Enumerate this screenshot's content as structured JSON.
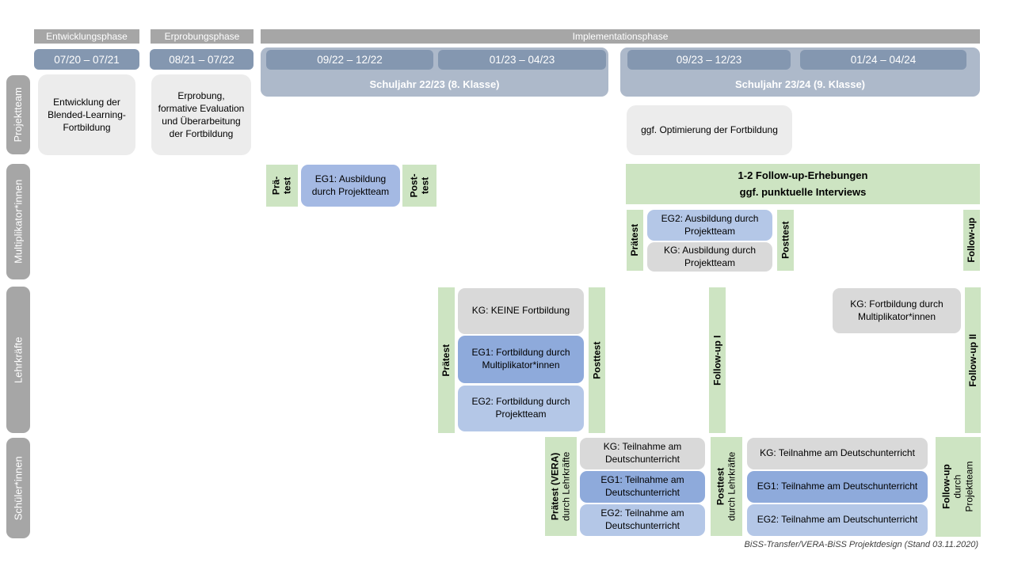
{
  "colors": {
    "phase_bar": "#a6a6a6",
    "sidebar": "#a6a6a6",
    "date_pill": "#8497b0",
    "schoolyear_band": "#adb9ca",
    "box_light_gray": "#ececec",
    "box_kg_gray": "#d9d9d9",
    "box_eg1_blue": "#8eaadb",
    "box_eg1_mid_blue": "#a4b9e3",
    "box_eg2_blue": "#b4c7e7",
    "measure_green": "#cde4c2"
  },
  "phases": [
    "Entwicklungsphase",
    "Erprobungsphase",
    "Implementationsphase"
  ],
  "timeline": {
    "pills": [
      "07/20 – 07/21",
      "08/21 – 07/22"
    ],
    "year1": {
      "pills": [
        "09/22 – 12/22",
        "01/23 – 04/23"
      ],
      "label": "Schuljahr 22/23 (8. Klasse)"
    },
    "year2": {
      "pills": [
        "09/23 – 12/23",
        "01/24 – 04/24"
      ],
      "label": "Schuljahr 23/24 (9. Klasse)"
    }
  },
  "sidebar": {
    "rows": [
      "Projektteam",
      "Multiplikator*innen",
      "Lehrkräfte",
      "Schüler*innen"
    ]
  },
  "projektteam": {
    "entwicklung": "Entwicklung der Blended-Learning-Fortbildung",
    "erprobung": "Erprobung, formative Evaluation und Überarbeitung der Fortbildung",
    "optimierung": "ggf. Optimierung der Fortbildung"
  },
  "multiplikator": {
    "praetest1": {
      "line1": "Prä-",
      "line2": "test"
    },
    "eg1": "EG1: Ausbildung durch Projektteam",
    "posttest1": {
      "line1": "Post-",
      "line2": "test"
    },
    "followup_box": {
      "line1": "1-2 Follow-up-Erhebungen",
      "line2": "ggf. punktuelle Interviews"
    },
    "praetest2": "Prätest",
    "eg2": "EG2: Ausbildung durch Projektteam",
    "kg": "KG: Ausbildung durch Projektteam",
    "posttest2": "Posttest",
    "followup": "Follow-up"
  },
  "lehrkraefte": {
    "praetest": "Prätest",
    "kg": "KG: KEINE Fortbildung",
    "eg1": "EG1: Fortbildung durch Multiplikator*innen",
    "eg2": "EG2: Fortbildung durch Projektteam",
    "posttest": "Posttest",
    "followup1": "Follow-up I",
    "kg2": "KG: Fortbildung durch Multiplikator*innen",
    "followup2": "Follow-up II"
  },
  "schueler": {
    "praetest": {
      "line1": "Prätest (VERA)",
      "line2": "durch Lehrkräfte"
    },
    "kg": "KG: Teilnahme am Deutschunterricht",
    "eg1": "EG1: Teilnahme am Deutschunterricht",
    "eg2": "EG2: Teilnahme am Deutschunterricht",
    "posttest": {
      "line1": "Posttest",
      "line2": "durch Lehrkräfte"
    },
    "kg2": "KG: Teilnahme am Deutschunterricht",
    "eg1b": "EG1: Teilnahme am Deutschunterricht",
    "eg2b": "EG2: Teilnahme am Deutschunterricht",
    "followup": {
      "line1": "Follow-up",
      "line2": "durch",
      "line3": "Projektteam"
    }
  },
  "caption": "BiSS-Transfer/VERA-BiSS Projektdesign (Stand 03.11.2020)"
}
